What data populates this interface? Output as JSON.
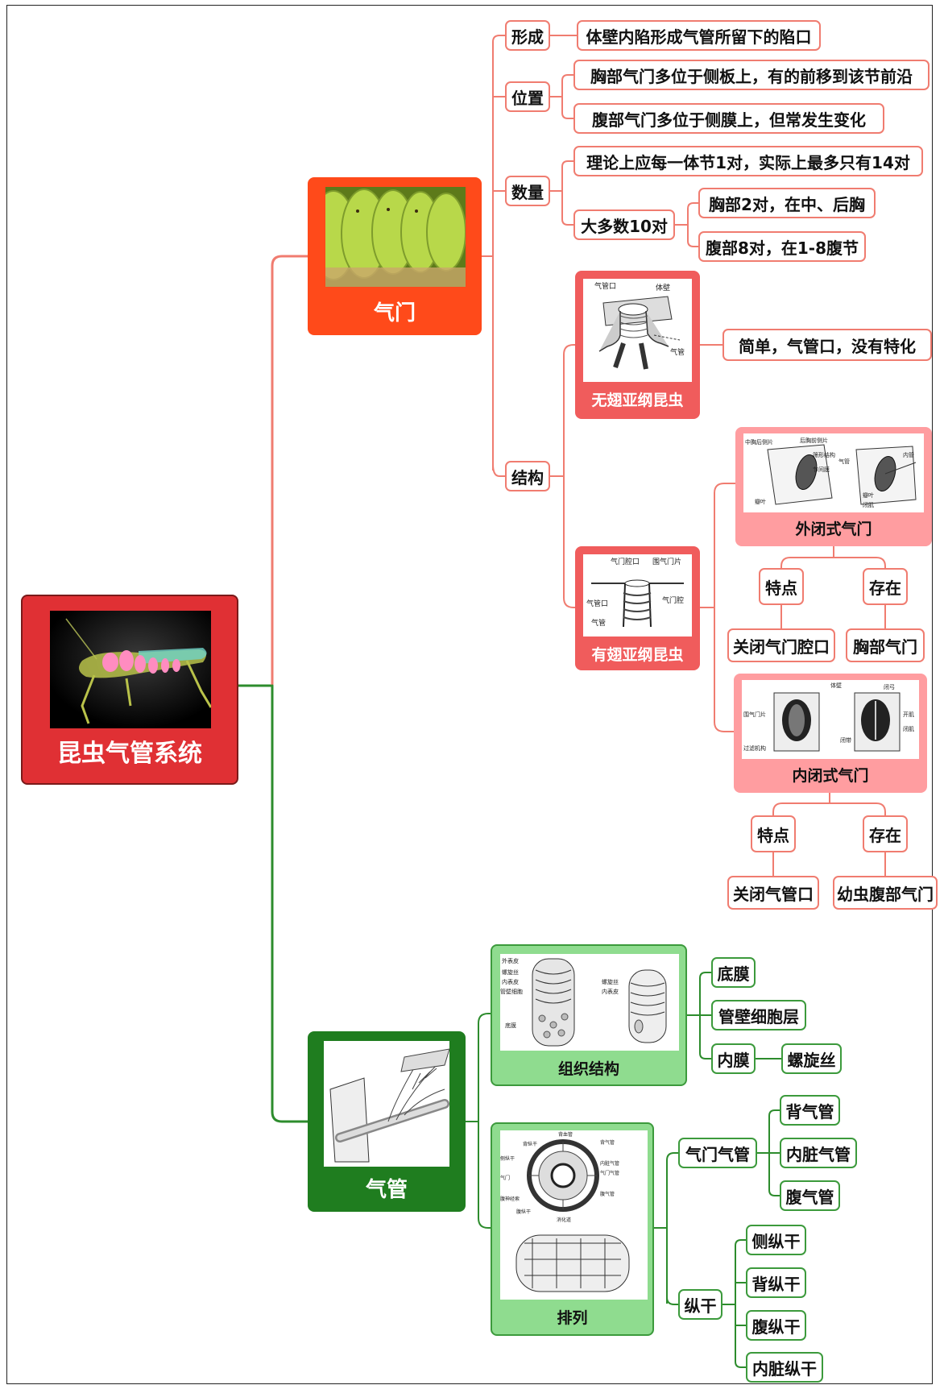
{
  "root": {
    "title": "昆虫气管系统",
    "image": "grasshopper-tracheal-system-illustration"
  },
  "spiracle": {
    "title": "气门",
    "image": "caterpillar-spiracles-photo",
    "formation": {
      "label": "形成",
      "text": "体壁内陷形成气管所留下的陷口"
    },
    "position": {
      "label": "位置",
      "items": [
        "胸部气门多位于侧板上，有的前移到该节前沿",
        "腹部气门多位于侧膜上，但常发生变化"
      ]
    },
    "count": {
      "label": "数量",
      "theory": "理论上应每一体节1对，实际上最多只有14对",
      "majority": {
        "label": "大多数10对",
        "items": [
          "胸部2对，在中、后胸",
          "腹部8对，在1-8腹节"
        ]
      }
    },
    "structure": {
      "label": "结构",
      "apterygota": {
        "title": "无翅亚纲昆虫",
        "desc": "简单，气管口，没有特化",
        "captions": [
          "气管口",
          "体壁",
          "气管"
        ]
      },
      "pterygota": {
        "title": "有翅亚纲昆虫",
        "captions": [
          "气门腔口",
          "围气门片",
          "气管口",
          "气门腔",
          "气管"
        ],
        "outer": {
          "title": "外闭式气门",
          "captions": [
            "中胸后侧片",
            "后胸前侧片",
            "筛形结构",
            "节间膜",
            "气管",
            "内管",
            "瓣叶",
            "瓣叶",
            "闭肌"
          ],
          "feature_label": "特点",
          "feature": "关闭气门腔口",
          "exist_label": "存在",
          "exist": "胸部气门"
        },
        "inner": {
          "title": "内闭式气门",
          "captions": [
            "体壁",
            "闭弓",
            "围气门片",
            "开肌",
            "闭肌",
            "过滤机构",
            "闭带"
          ],
          "feature_label": "特点",
          "feature": "关闭气管口",
          "exist_label": "存在",
          "exist": "幼虫腹部气门"
        }
      }
    }
  },
  "trachea": {
    "title": "气管",
    "image": "tracheae-branching-illustration",
    "tissue": {
      "title": "组织结构",
      "captions": [
        "外表皮",
        "螺旋丝",
        "内表皮",
        "管壁细胞",
        "底膜",
        "螺旋丝",
        "内表皮"
      ],
      "items": [
        "底膜",
        "管壁细胞层",
        "内膜"
      ],
      "sub": "螺旋丝"
    },
    "arrangement": {
      "title": "排列",
      "captions": [
        "背血管",
        "背气管",
        "背纵干",
        "内脏气管",
        "气门气管",
        "侧纵干",
        "气门",
        "腹神经索",
        "腹气管",
        "腹纵干",
        "消化道"
      ],
      "spiracular": {
        "label": "气门气管",
        "items": [
          "背气管",
          "内脏气管",
          "腹气管"
        ]
      },
      "trunk": {
        "label": "纵干",
        "items": [
          "侧纵干",
          "背纵干",
          "腹纵干",
          "内脏纵干"
        ]
      }
    }
  },
  "colors": {
    "root": "#e03034",
    "spiracle": "#ff4a1a",
    "spiracle_line": "#f07c70",
    "structure_card": "#f05c5c",
    "closure_card": "#ff9da0",
    "trachea": "#1f7d1f",
    "trachea_line": "#2d8c2d",
    "trachea_card": "#8fdc8f"
  }
}
